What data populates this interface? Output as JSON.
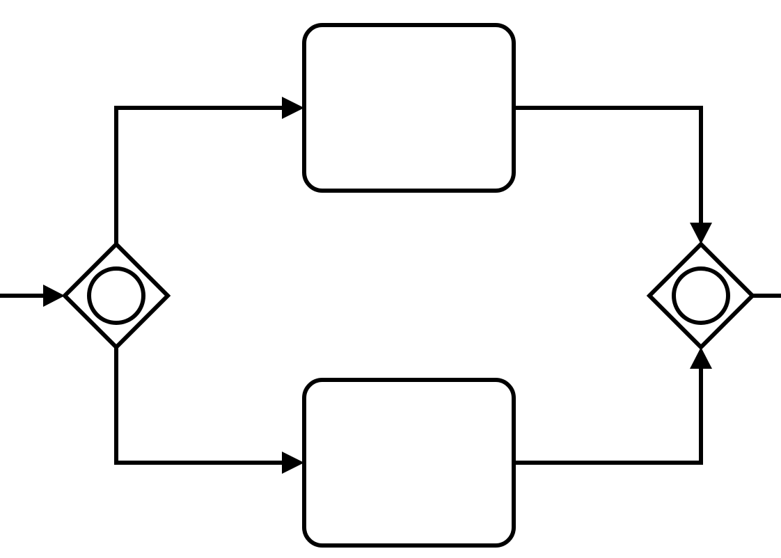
{
  "diagram": {
    "type": "bpmn-process",
    "colors": {
      "stroke": "#000000",
      "fill": "#ffffff"
    },
    "nodes": [
      {
        "id": "split-gateway",
        "kind": "inclusive-gateway",
        "label": ""
      },
      {
        "id": "task-top",
        "kind": "task",
        "label": ""
      },
      {
        "id": "task-bottom",
        "kind": "task",
        "label": ""
      },
      {
        "id": "join-gateway",
        "kind": "inclusive-gateway",
        "label": ""
      }
    ],
    "edges": [
      {
        "from": "incoming",
        "to": "split-gateway"
      },
      {
        "from": "split-gateway",
        "to": "task-top"
      },
      {
        "from": "split-gateway",
        "to": "task-bottom"
      },
      {
        "from": "task-top",
        "to": "join-gateway"
      },
      {
        "from": "task-bottom",
        "to": "join-gateway"
      },
      {
        "from": "join-gateway",
        "to": "outgoing"
      }
    ]
  }
}
